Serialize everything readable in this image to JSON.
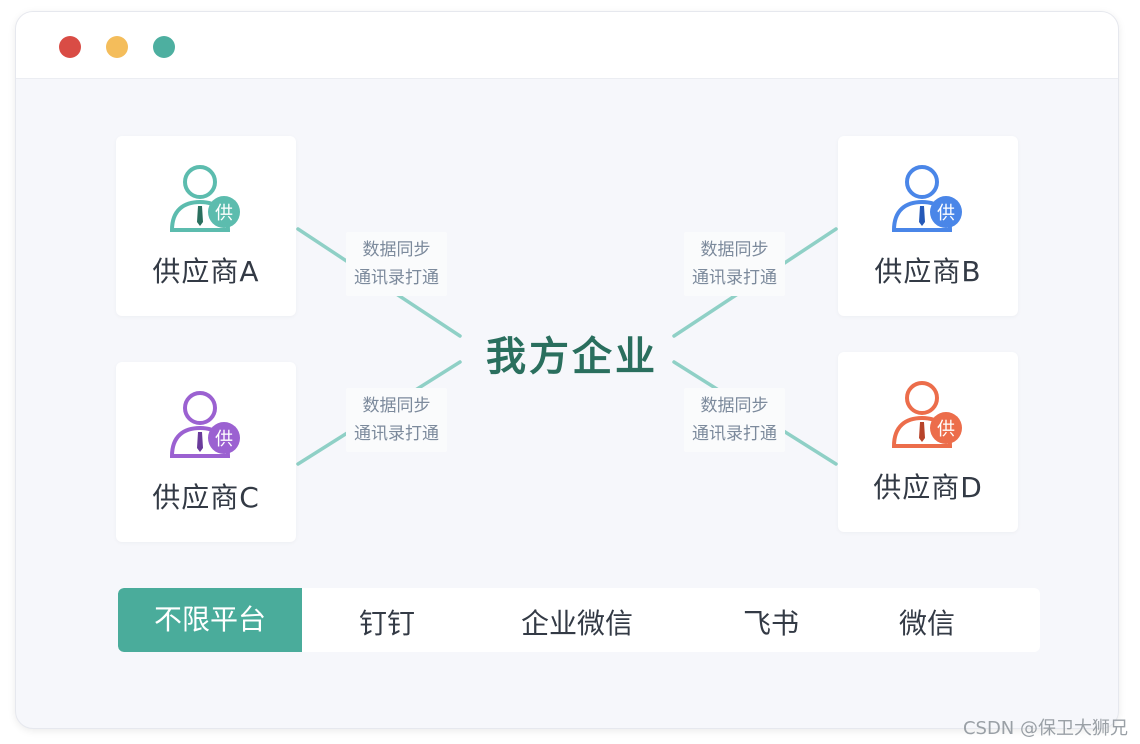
{
  "window": {
    "colors": {
      "red": "#d94c45",
      "yellow": "#f4bd5b",
      "green": "#4dafa0",
      "active": "#4aac9b"
    }
  },
  "center": {
    "title": "我方企业"
  },
  "suppliers": [
    {
      "name": "供应商A",
      "badge": "供",
      "color": "#5cbcae"
    },
    {
      "name": "供应商B",
      "badge": "供",
      "color": "#4a86e8"
    },
    {
      "name": "供应商C",
      "badge": "供",
      "color": "#9b61d1"
    },
    {
      "name": "供应商D",
      "badge": "供",
      "color": "#ec6d4b"
    }
  ],
  "connections": [
    {
      "line1": "数据同步",
      "line2": "通讯录打通"
    },
    {
      "line1": "数据同步",
      "line2": "通讯录打通"
    },
    {
      "line1": "数据同步",
      "line2": "通讯录打通"
    },
    {
      "line1": "数据同步",
      "line2": "通讯录打通"
    }
  ],
  "tabs": [
    "不限平台",
    "钉钉",
    "企业微信",
    "飞书",
    "微信"
  ],
  "watermark": "CSDN @保卫大狮兄"
}
